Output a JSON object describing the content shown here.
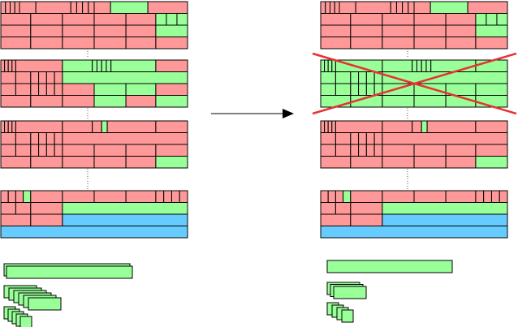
{
  "colors": {
    "used": "#ff9999",
    "free": "#99ff99",
    "tail": "#66ccff",
    "cross": "#e83232",
    "border": "#000000",
    "dots": "#555555",
    "arrow": "#000000"
  },
  "legend_before": {
    "slab_pages": 2,
    "medium_blocks": 6,
    "small_blocks": 5
  },
  "legend_after": {
    "slab_pages": 1,
    "medium_blocks": 3,
    "small_blocks": 4
  },
  "icons": {
    "arrow": "right-arrow-icon",
    "cross": "cross-out-icon"
  }
}
